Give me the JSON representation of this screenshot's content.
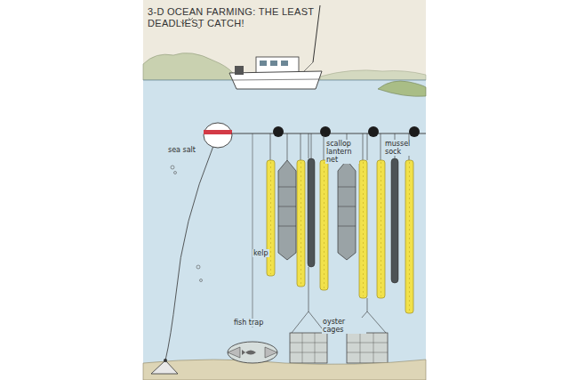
{
  "diagram": {
    "title": "3-D OCEAN FARMING: THE LEAST DEADLIEST CATCH!",
    "labels": [
      "sea salt",
      "scallop lantern net",
      "mussel sock",
      "kelp",
      "fish trap",
      "oyster cages"
    ]
  }
}
